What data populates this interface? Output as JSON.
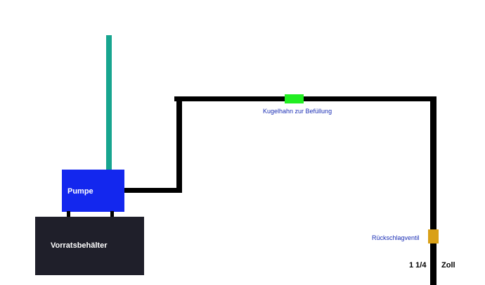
{
  "components": {
    "pump": {
      "label": "Pumpe",
      "color": "#1327ee"
    },
    "tank": {
      "label": "Vorratsbehälter",
      "color": "#1f1f2a"
    },
    "riser_color": "#17a58f",
    "pipe_color": "#000000"
  },
  "valves": {
    "ball_valve": {
      "label": "Kugelhahn zur Befüllung",
      "color": "#22ee22"
    },
    "check_valve": {
      "label": "Rückschlagventil",
      "color": "#d9a017"
    }
  },
  "annotations": {
    "size_value": "1 1/4",
    "size_unit": "Zoll",
    "label_color": "#1b2fb5"
  }
}
